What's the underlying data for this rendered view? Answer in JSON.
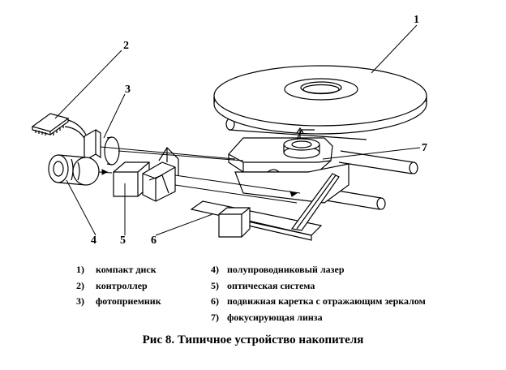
{
  "callouts": [
    "1",
    "2",
    "3",
    "4",
    "5",
    "6",
    "7"
  ],
  "legend": [
    {
      "num": "1)",
      "text": "компакт диск"
    },
    {
      "num": "2)",
      "text": "контроллер"
    },
    {
      "num": "3)",
      "text": "фотоприемник"
    },
    {
      "num": "4)",
      "text": "полупроводниковый лазер"
    },
    {
      "num": "5)",
      "text": "оптическая система"
    },
    {
      "num": "6)",
      "text": "подвижная каретка с отражающим зеркалом"
    },
    {
      "num": "7)",
      "text": "фокусирующая линза"
    }
  ],
  "caption": "Рис 8. Типичное устройство накопителя"
}
